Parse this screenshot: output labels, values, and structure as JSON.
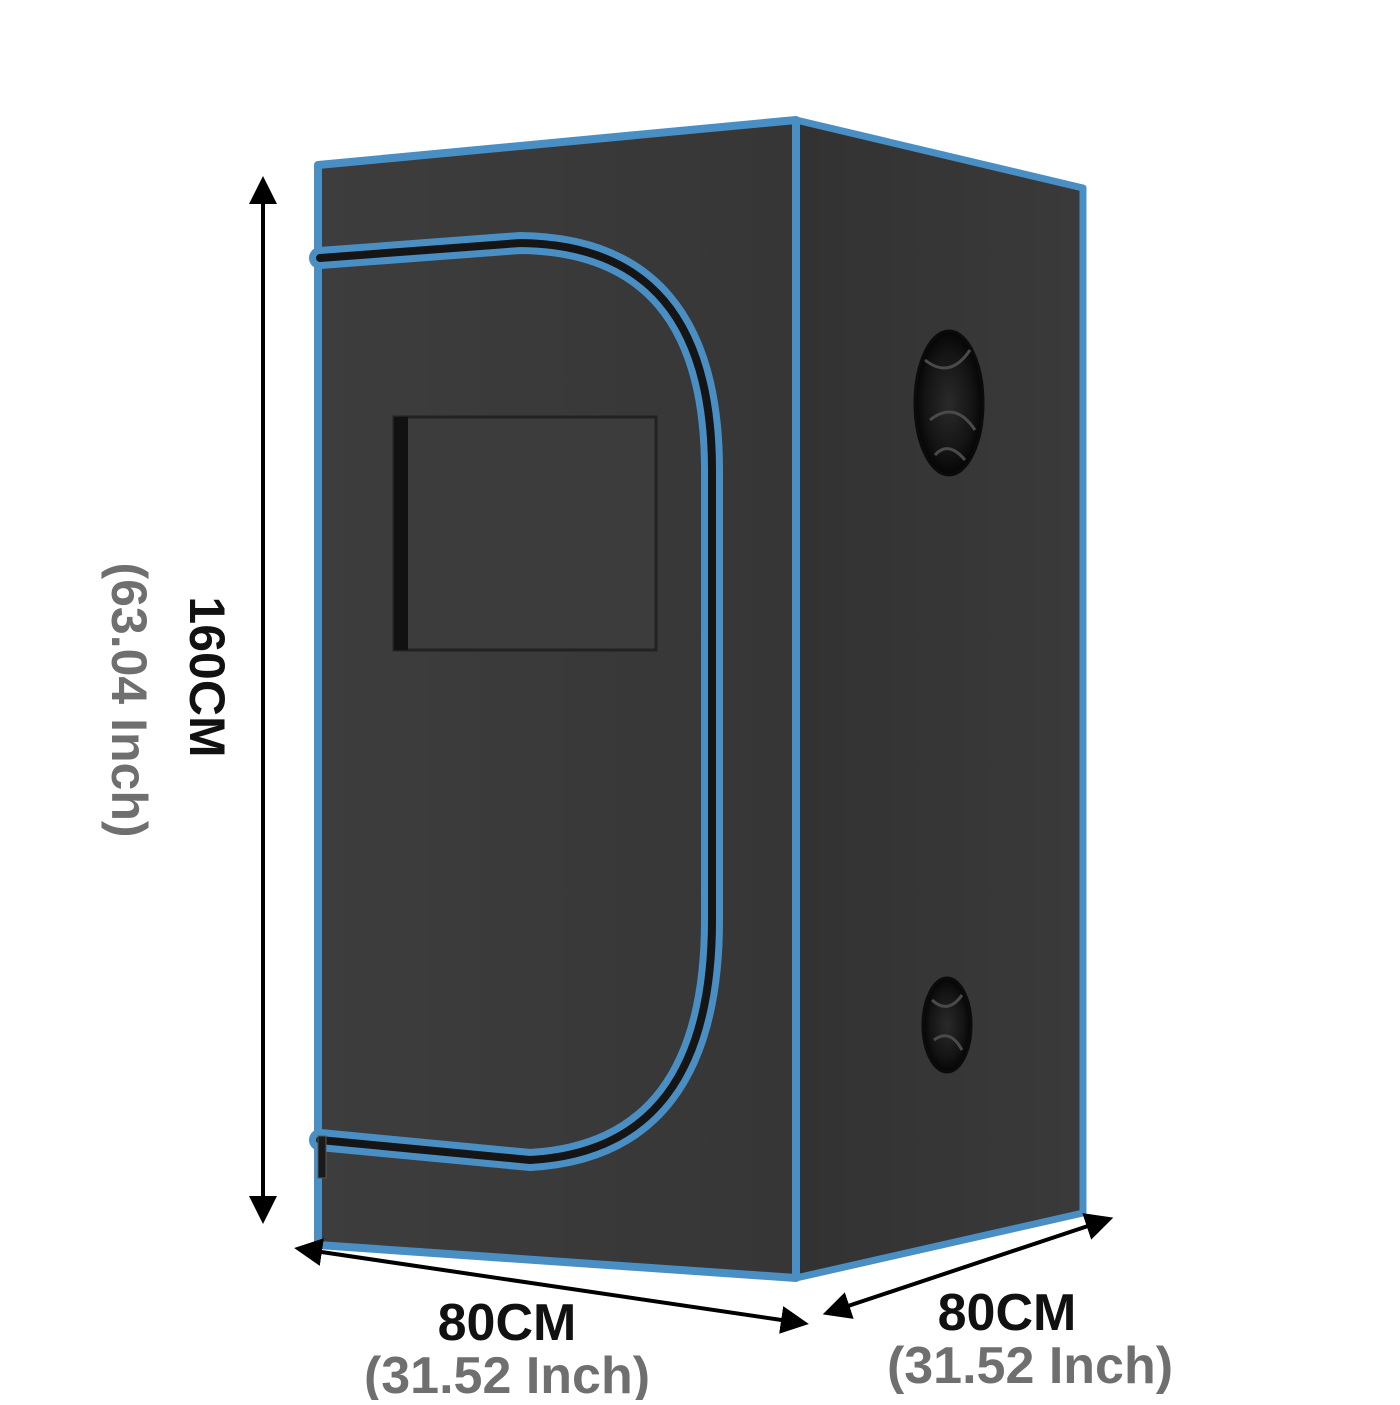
{
  "colors": {
    "background": "#ffffff",
    "tent_front": "#3a3a3a",
    "tent_side": "#343434",
    "trim_blue": "#4a8fc4",
    "zipper_black": "#151515",
    "arrow": "#000000",
    "primary_text": "#111111",
    "secondary_text": "#6f6f6f"
  },
  "product": {
    "type": "grow tent",
    "features": [
      "front-zipper-door",
      "viewing-window",
      "side-vent-port-upper",
      "side-vent-port-lower"
    ]
  },
  "dimensions": {
    "height": {
      "metric": "160CM",
      "imperial": "(63.04 Inch)"
    },
    "width": {
      "metric": "80CM",
      "imperial": "(31.52 Inch)"
    },
    "depth": {
      "metric": "80CM",
      "imperial": "(31.52 Inch)"
    }
  }
}
